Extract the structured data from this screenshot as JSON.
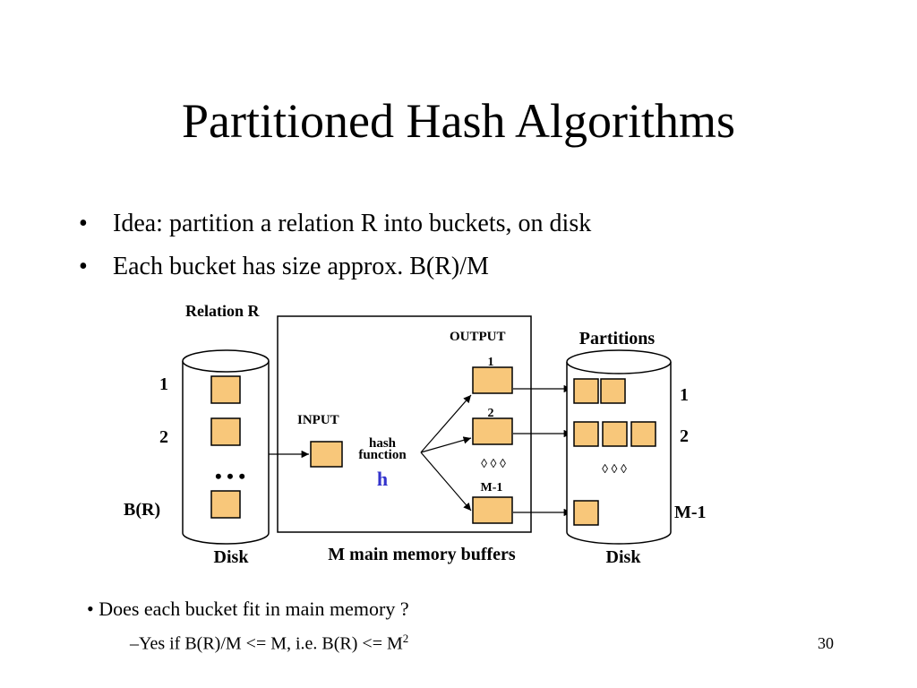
{
  "slide": {
    "title": "Partitioned Hash Algorithms",
    "bullets": [
      "Idea: partition a relation R into buckets, on disk",
      "Each bucket has size approx. B(R)/M"
    ],
    "question": "• Does each bucket fit in main memory ?",
    "answer_prefix": "–Yes if B(R)/M <= M,   i.e. B(R) <= M",
    "answer_sup": "2",
    "page_number": "30"
  },
  "diagram": {
    "relation_label": "Relation R",
    "left_disk": {
      "rows": [
        "1",
        "2",
        "B(R)"
      ],
      "ellipsis": "•  •  •",
      "caption": "Disk"
    },
    "memory": {
      "caption": "M main memory buffers",
      "input_label": "INPUT",
      "output_label": "OUTPUT",
      "hash_word1": "hash",
      "hash_word2": "function",
      "hash_symbol": "h",
      "output_rows": [
        "1",
        "2",
        "M-1"
      ],
      "output_ellipsis": "◊  ◊  ◊"
    },
    "right_disk": {
      "title": "Partitions",
      "rows": [
        "1",
        "2",
        "M-1"
      ],
      "ellipsis": "◊  ◊  ◊",
      "caption": "Disk"
    },
    "colors": {
      "page_fill": "#f8c77a",
      "hash_symbol": "#3333cc"
    }
  }
}
